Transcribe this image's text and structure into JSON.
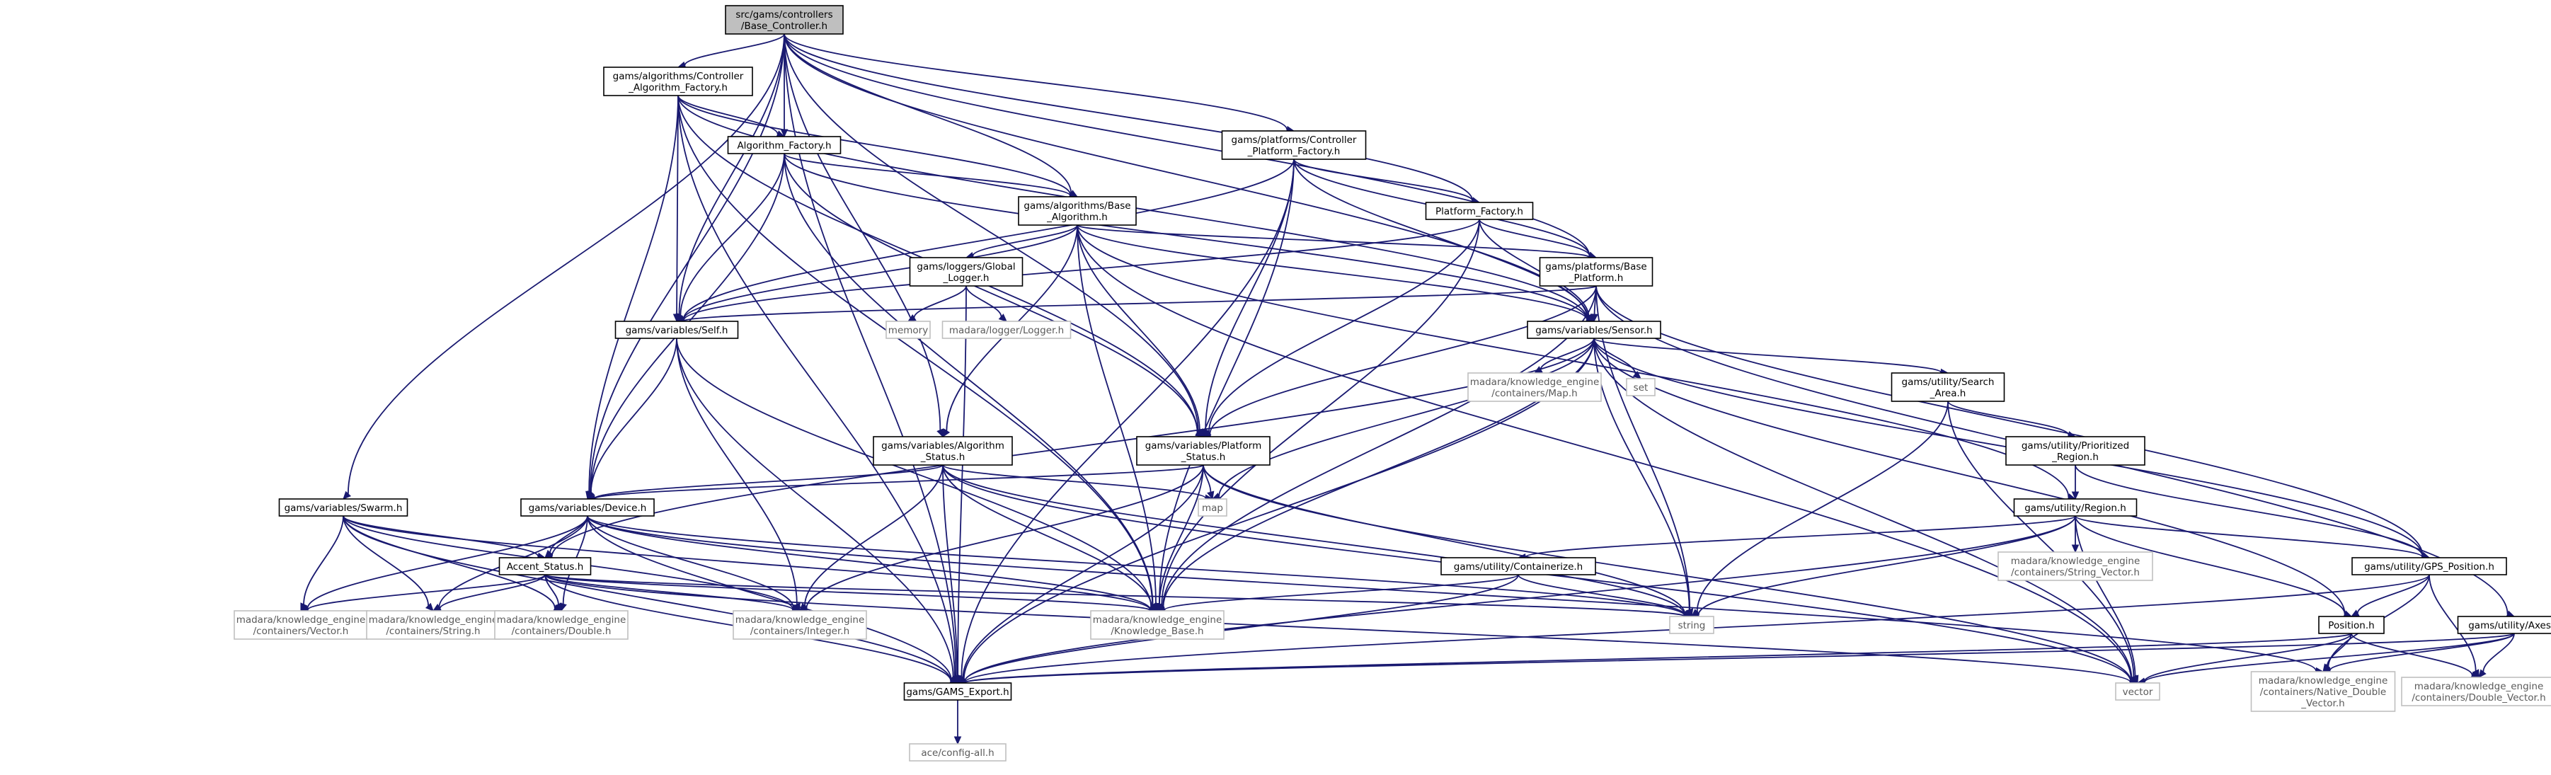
{
  "colors": {
    "edge": "#191970",
    "root_fill": "#bfbfbf",
    "node_fill": "#ffffff",
    "node_border": "#000000",
    "external_border": "#bfbfbf",
    "external_text": "#5a5a5a"
  },
  "nodes": [
    {
      "id": "root",
      "lines": [
        "src/gams/controllers",
        "/Base_Controller.h"
      ],
      "kind": "root"
    },
    {
      "id": "caf",
      "lines": [
        "gams/algorithms/Controller",
        "_Algorithm_Factory.h"
      ],
      "kind": "normal"
    },
    {
      "id": "af",
      "lines": [
        "Algorithm_Factory.h"
      ],
      "kind": "normal"
    },
    {
      "id": "cpf",
      "lines": [
        "gams/platforms/Controller",
        "_Platform_Factory.h"
      ],
      "kind": "normal"
    },
    {
      "id": "ba",
      "lines": [
        "gams/algorithms/Base",
        "_Algorithm.h"
      ],
      "kind": "normal"
    },
    {
      "id": "pf",
      "lines": [
        "Platform_Factory.h"
      ],
      "kind": "normal"
    },
    {
      "id": "gl",
      "lines": [
        "gams/loggers/Global",
        "_Logger.h"
      ],
      "kind": "normal"
    },
    {
      "id": "bp",
      "lines": [
        "gams/platforms/Base",
        "_Platform.h"
      ],
      "kind": "normal"
    },
    {
      "id": "memory",
      "lines": [
        "memory"
      ],
      "kind": "external"
    },
    {
      "id": "logger",
      "lines": [
        "madara/logger/Logger.h"
      ],
      "kind": "external"
    },
    {
      "id": "self",
      "lines": [
        "gams/variables/Self.h"
      ],
      "kind": "normal"
    },
    {
      "id": "sensor",
      "lines": [
        "gams/variables/Sensor.h"
      ],
      "kind": "normal"
    },
    {
      "id": "cmap",
      "lines": [
        "madara/knowledge_engine",
        "/containers/Map.h"
      ],
      "kind": "external"
    },
    {
      "id": "set",
      "lines": [
        "set"
      ],
      "kind": "external"
    },
    {
      "id": "search",
      "lines": [
        "gams/utility/Search",
        "_Area.h"
      ],
      "kind": "normal"
    },
    {
      "id": "as",
      "lines": [
        "gams/variables/Algorithm",
        "_Status.h"
      ],
      "kind": "normal"
    },
    {
      "id": "ps",
      "lines": [
        "gams/variables/Platform",
        "_Status.h"
      ],
      "kind": "normal"
    },
    {
      "id": "pr",
      "lines": [
        "gams/utility/Prioritized",
        "_Region.h"
      ],
      "kind": "normal"
    },
    {
      "id": "map",
      "lines": [
        "map"
      ],
      "kind": "external"
    },
    {
      "id": "swarm",
      "lines": [
        "gams/variables/Swarm.h"
      ],
      "kind": "normal"
    },
    {
      "id": "device",
      "lines": [
        "gams/variables/Device.h"
      ],
      "kind": "normal"
    },
    {
      "id": "region",
      "lines": [
        "gams/utility/Region.h"
      ],
      "kind": "normal"
    },
    {
      "id": "accent",
      "lines": [
        "Accent_Status.h"
      ],
      "kind": "normal"
    },
    {
      "id": "containerize",
      "lines": [
        "gams/utility/Containerize.h"
      ],
      "kind": "normal"
    },
    {
      "id": "strvec",
      "lines": [
        "madara/knowledge_engine",
        "/containers/String_Vector.h"
      ],
      "kind": "external"
    },
    {
      "id": "gps",
      "lines": [
        "gams/utility/GPS_Position.h"
      ],
      "kind": "normal"
    },
    {
      "id": "string",
      "lines": [
        "string"
      ],
      "kind": "external"
    },
    {
      "id": "cvector",
      "lines": [
        "madara/knowledge_engine",
        "/containers/Vector.h"
      ],
      "kind": "external"
    },
    {
      "id": "cstring",
      "lines": [
        "madara/knowledge_engine",
        "/containers/String.h"
      ],
      "kind": "external"
    },
    {
      "id": "cdouble",
      "lines": [
        "madara/knowledge_engine",
        "/containers/Double.h"
      ],
      "kind": "external"
    },
    {
      "id": "cinteger",
      "lines": [
        "madara/knowledge_engine",
        "/containers/Integer.h"
      ],
      "kind": "external"
    },
    {
      "id": "kb",
      "lines": [
        "madara/knowledge_engine",
        "/Knowledge_Base.h"
      ],
      "kind": "external"
    },
    {
      "id": "position",
      "lines": [
        "Position.h"
      ],
      "kind": "normal"
    },
    {
      "id": "axes",
      "lines": [
        "gams/utility/Axes.h"
      ],
      "kind": "normal"
    },
    {
      "id": "export",
      "lines": [
        "gams/GAMS_Export.h"
      ],
      "kind": "normal"
    },
    {
      "id": "vector",
      "lines": [
        "vector"
      ],
      "kind": "external"
    },
    {
      "id": "ndv",
      "lines": [
        "madara/knowledge_engine",
        "/containers/Native_Double",
        "_Vector.h"
      ],
      "kind": "external"
    },
    {
      "id": "cdv",
      "lines": [
        "madara/knowledge_engine",
        "/containers/Double_Vector.h"
      ],
      "kind": "external"
    },
    {
      "id": "ace",
      "lines": [
        "ace/config-all.h"
      ],
      "kind": "external"
    }
  ],
  "edges": [
    [
      "root",
      "caf"
    ],
    [
      "root",
      "af"
    ],
    [
      "root",
      "cpf"
    ],
    [
      "root",
      "pf"
    ],
    [
      "root",
      "ba"
    ],
    [
      "root",
      "bp"
    ],
    [
      "root",
      "self"
    ],
    [
      "root",
      "sensor"
    ],
    [
      "root",
      "as"
    ],
    [
      "root",
      "ps"
    ],
    [
      "root",
      "swarm"
    ],
    [
      "root",
      "device"
    ],
    [
      "root",
      "export"
    ],
    [
      "caf",
      "af"
    ],
    [
      "caf",
      "ba"
    ],
    [
      "caf",
      "self"
    ],
    [
      "caf",
      "device"
    ],
    [
      "caf",
      "sensor"
    ],
    [
      "caf",
      "ps"
    ],
    [
      "caf",
      "kb"
    ],
    [
      "caf",
      "export"
    ],
    [
      "af",
      "ba"
    ],
    [
      "af",
      "self"
    ],
    [
      "af",
      "device"
    ],
    [
      "af",
      "sensor"
    ],
    [
      "af",
      "ps"
    ],
    [
      "af",
      "kb"
    ],
    [
      "cpf",
      "pf"
    ],
    [
      "cpf",
      "bp"
    ],
    [
      "cpf",
      "self"
    ],
    [
      "cpf",
      "sensor"
    ],
    [
      "cpf",
      "ps"
    ],
    [
      "cpf",
      "kb"
    ],
    [
      "cpf",
      "export"
    ],
    [
      "ba",
      "gl"
    ],
    [
      "ba",
      "bp"
    ],
    [
      "ba",
      "self"
    ],
    [
      "ba",
      "sensor"
    ],
    [
      "ba",
      "as"
    ],
    [
      "ba",
      "ps"
    ],
    [
      "ba",
      "region"
    ],
    [
      "ba",
      "kb"
    ],
    [
      "ba",
      "vector"
    ],
    [
      "pf",
      "bp"
    ],
    [
      "pf",
      "self"
    ],
    [
      "pf",
      "sensor"
    ],
    [
      "pf",
      "ps"
    ],
    [
      "pf",
      "kb"
    ],
    [
      "gl",
      "memory"
    ],
    [
      "gl",
      "logger"
    ],
    [
      "gl",
      "export"
    ],
    [
      "bp",
      "self"
    ],
    [
      "bp",
      "sensor"
    ],
    [
      "bp",
      "ps"
    ],
    [
      "bp",
      "gps"
    ],
    [
      "bp",
      "axes"
    ],
    [
      "bp",
      "kb"
    ],
    [
      "bp",
      "string"
    ],
    [
      "self",
      "device"
    ],
    [
      "self",
      "cinteger"
    ],
    [
      "self",
      "kb"
    ],
    [
      "self",
      "export"
    ],
    [
      "sensor",
      "cmap"
    ],
    [
      "sensor",
      "set"
    ],
    [
      "sensor",
      "search"
    ],
    [
      "sensor",
      "map"
    ],
    [
      "sensor",
      "gps"
    ],
    [
      "sensor",
      "position"
    ],
    [
      "sensor",
      "kb"
    ],
    [
      "sensor",
      "string"
    ],
    [
      "sensor",
      "vector"
    ],
    [
      "sensor",
      "export"
    ],
    [
      "sensor",
      "accent"
    ],
    [
      "search",
      "pr"
    ],
    [
      "search",
      "string"
    ],
    [
      "search",
      "vector"
    ],
    [
      "pr",
      "region"
    ],
    [
      "pr",
      "gps"
    ],
    [
      "region",
      "containerize"
    ],
    [
      "region",
      "strvec"
    ],
    [
      "region",
      "gps"
    ],
    [
      "region",
      "position"
    ],
    [
      "region",
      "string"
    ],
    [
      "region",
      "vector"
    ],
    [
      "region",
      "export"
    ],
    [
      "as",
      "device"
    ],
    [
      "as",
      "map"
    ],
    [
      "as",
      "cinteger"
    ],
    [
      "as",
      "kb"
    ],
    [
      "as",
      "string"
    ],
    [
      "as",
      "export"
    ],
    [
      "as",
      "vector"
    ],
    [
      "ps",
      "device"
    ],
    [
      "ps",
      "map"
    ],
    [
      "ps",
      "cinteger"
    ],
    [
      "ps",
      "kb"
    ],
    [
      "ps",
      "string"
    ],
    [
      "ps",
      "export"
    ],
    [
      "ps",
      "vector"
    ],
    [
      "swarm",
      "accent"
    ],
    [
      "swarm",
      "cvector"
    ],
    [
      "swarm",
      "cstring"
    ],
    [
      "swarm",
      "cdouble"
    ],
    [
      "swarm",
      "cinteger"
    ],
    [
      "swarm",
      "kb"
    ],
    [
      "swarm",
      "export"
    ],
    [
      "device",
      "accent"
    ],
    [
      "device",
      "cvector"
    ],
    [
      "device",
      "cstring"
    ],
    [
      "device",
      "cdouble"
    ],
    [
      "device",
      "cinteger"
    ],
    [
      "device",
      "kb"
    ],
    [
      "device",
      "ndv"
    ],
    [
      "device",
      "string"
    ],
    [
      "device",
      "export"
    ],
    [
      "accent",
      "cvector"
    ],
    [
      "accent",
      "cstring"
    ],
    [
      "accent",
      "cdouble"
    ],
    [
      "accent",
      "cinteger"
    ],
    [
      "accent",
      "kb"
    ],
    [
      "accent",
      "string"
    ],
    [
      "accent",
      "export"
    ],
    [
      "accent",
      "vector"
    ],
    [
      "containerize",
      "kb"
    ],
    [
      "containerize",
      "string"
    ],
    [
      "containerize",
      "export"
    ],
    [
      "gps",
      "position"
    ],
    [
      "gps",
      "ndv"
    ],
    [
      "gps",
      "cdv"
    ],
    [
      "gps",
      "export"
    ],
    [
      "position",
      "ndv"
    ],
    [
      "position",
      "cdv"
    ],
    [
      "position",
      "export"
    ],
    [
      "position",
      "vector"
    ],
    [
      "axes",
      "ndv"
    ],
    [
      "axes",
      "cdv"
    ],
    [
      "axes",
      "export"
    ],
    [
      "axes",
      "vector"
    ],
    [
      "export",
      "ace"
    ]
  ]
}
